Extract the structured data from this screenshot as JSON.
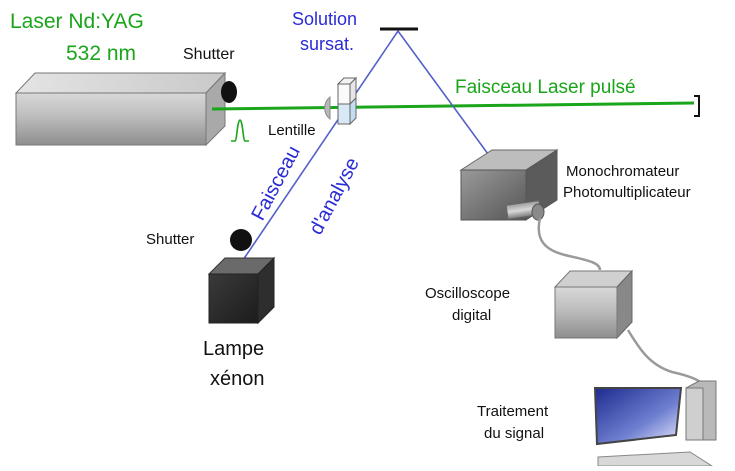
{
  "labels": {
    "laser_name": "Laser Nd:YAG",
    "laser_wavelength": "532 nm",
    "shutter_laser": "Shutter",
    "solution_line1": "Solution",
    "solution_line2": "sursat.",
    "pulsed_beam": "Faisceau Laser pulsé",
    "lens": "Lentille",
    "analysis_beam_line1": "Faisceau",
    "analysis_beam_line2": "d'analyse",
    "mono_line1": "Monochromateur",
    "mono_line2": "Photomultiplicateur",
    "shutter_lamp": "Shutter",
    "osc_line1": "Oscilloscope",
    "osc_line2": "digital",
    "lamp_line1": "Lampe",
    "lamp_line2": "xénon",
    "processing_line1": "Traitement",
    "processing_line2": "du signal"
  },
  "colors": {
    "laser_beam": "#1aa51a",
    "analysis_beam": "#5560c8",
    "laser_text": "#1aa51a",
    "analysis_text": "#2b2bd6"
  },
  "icons": {
    "laser": "laser-box-icon",
    "shutter": "shutter-disc-icon",
    "lens": "lens-icon",
    "cuvette": "cuvette-icon",
    "mirror": "mirror-icon",
    "beam_stop": "beam-stop-icon",
    "lamp": "xenon-lamp-icon",
    "monochromator": "monochromator-icon",
    "oscilloscope": "oscilloscope-icon",
    "computer": "computer-icon"
  }
}
